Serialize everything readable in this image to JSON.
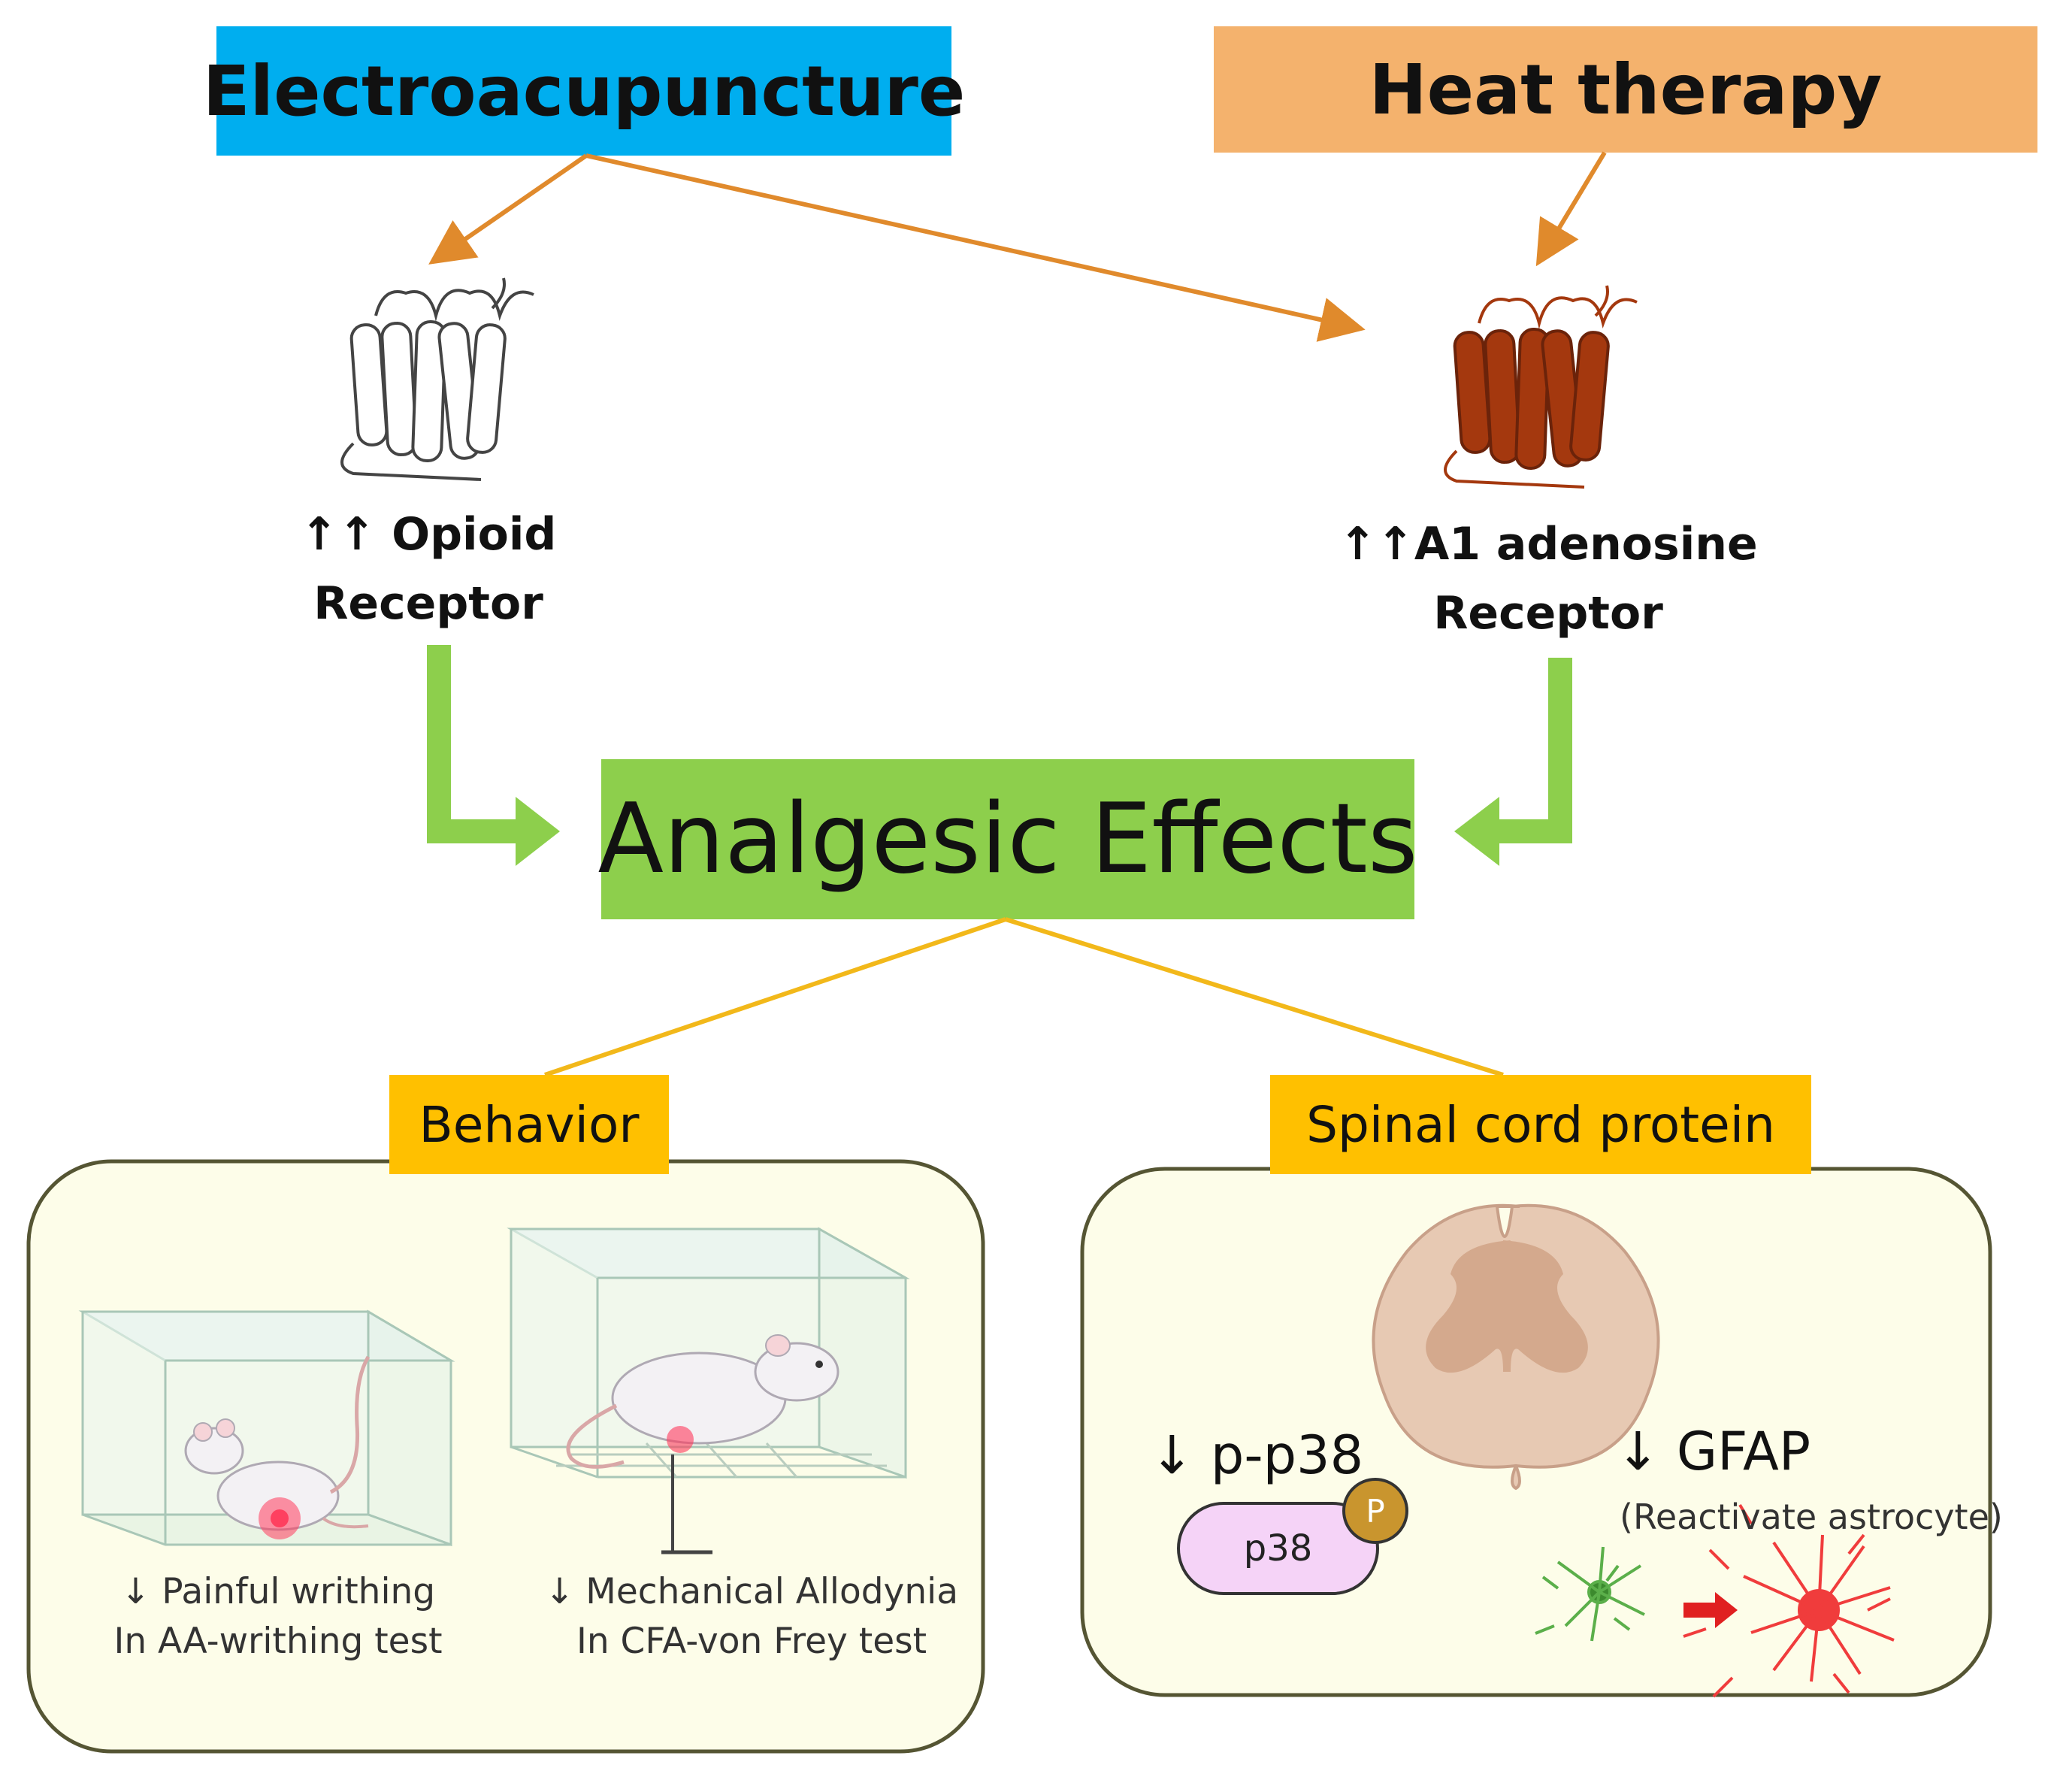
{
  "colors": {
    "electroacupuncture_box": "#00AEEF",
    "heat_therapy_box": "#F4B26D",
    "analgesic_box": "#8DCF4C",
    "section_label_box": "#FFC000",
    "panel_fill": "#FDFDE9",
    "panel_border": "#555533",
    "orange_arrow": "#E08A2C",
    "green_arrow": "#8DCF4C",
    "yellow_line": "#F2B81A",
    "opioid_receptor": "#ffffff",
    "a1_receptor": "#A4380E"
  },
  "top": {
    "electroacupuncture": "Electroacupuncture",
    "heat_therapy": "Heat therapy"
  },
  "receptors": {
    "opioid_line1": "↑↑ Opioid",
    "opioid_line2": "Receptor",
    "a1_line1": "↑↑A1 adenosine",
    "a1_line2": "Receptor"
  },
  "center": {
    "analgesic_effects": "Analgesic Effects"
  },
  "sections": {
    "behavior": "Behavior",
    "spinal_cord_protein": "Spinal cord protein"
  },
  "behavior_panel": {
    "writhing_line1": "↓ Painful writhing",
    "writhing_line2": "In AA-writhing test",
    "allodynia_line1": "↓ Mechanical Allodynia",
    "allodynia_line2": "In CFA-von Frey test"
  },
  "spinal_panel": {
    "pp38_label": "↓ p-p38",
    "p38_pill": "p38",
    "phospho_badge": "P",
    "gfap_label": "↓ GFAP",
    "gfap_note": "(Reactivate astrocyte)"
  },
  "icons": [
    "gpcr-receptor-icon",
    "mouse-icon",
    "spinal-cord-icon",
    "astrocyte-icon"
  ]
}
